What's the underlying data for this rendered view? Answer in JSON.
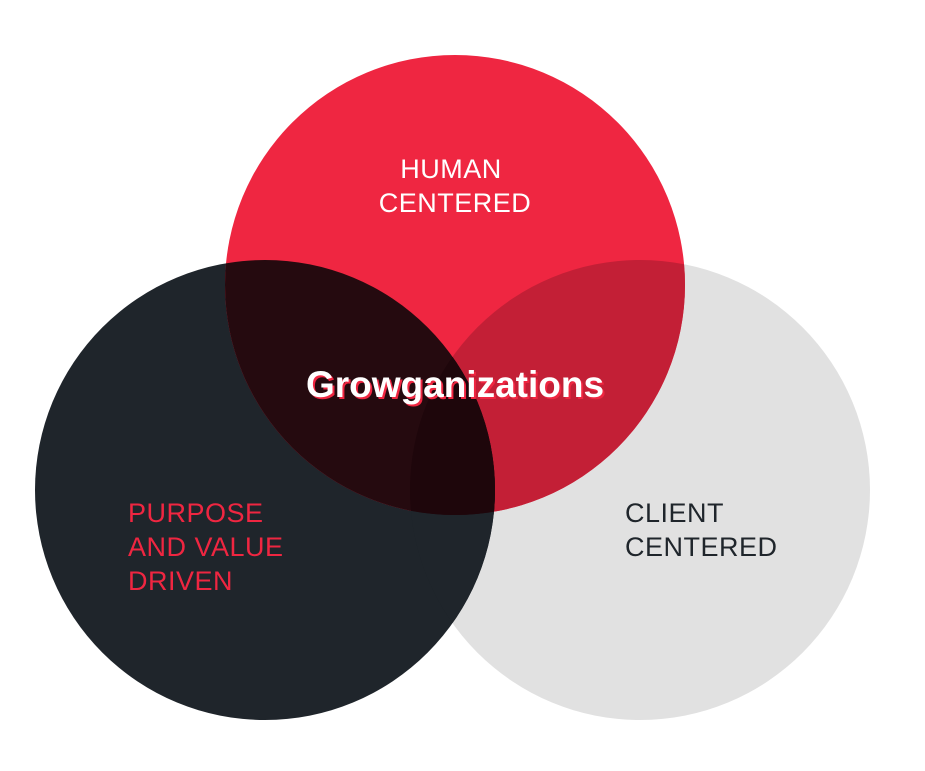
{
  "diagram": {
    "center_label": "Growganizations",
    "circles": [
      {
        "id": "human",
        "lines": [
          "HUMAN",
          "CENTERED"
        ],
        "fill": "#ef2641",
        "text_color": "#ffffff"
      },
      {
        "id": "purpose",
        "lines": [
          "PURPOSE",
          "AND VALUE",
          "DRIVEN"
        ],
        "fill": "#1f252b",
        "text_color": "#ef2641"
      },
      {
        "id": "client",
        "lines": [
          "CLIENT",
          "CENTERED"
        ],
        "fill": "#e1e1e1",
        "text_color": "#1f252b"
      }
    ],
    "overlaps": {
      "human_client": "#c31f36",
      "human_purpose": "#250a0f",
      "purpose_client": "#1f252b",
      "all_three": "#1e060b"
    },
    "center_text_color": "#ffffff",
    "center_text_shadow": "#ef2641"
  }
}
